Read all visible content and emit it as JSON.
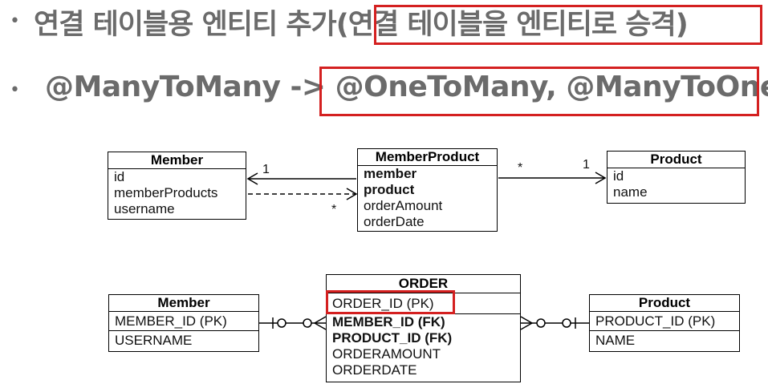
{
  "bullets": [
    {
      "prefix": "연결 테이블용 엔티티 추가",
      "highlight": "(연결 테이블을 엔티티로 승격)"
    },
    {
      "prefix": "@ManyToMany -> ",
      "highlight": "@OneToMany, @ManyToOne"
    }
  ],
  "bullet_symbol": "•",
  "colors": {
    "highlight_border": "#d42020",
    "bullet_text": "#6b6b6b"
  },
  "uml": {
    "member": {
      "title": "Member",
      "fields": [
        "id",
        "memberProducts",
        "username"
      ]
    },
    "member_product": {
      "title": "MemberProduct",
      "bold_fields": [
        "member",
        "product"
      ],
      "fields": [
        "orderAmount",
        "orderDate"
      ]
    },
    "product": {
      "title": "Product",
      "fields": [
        "id",
        "name"
      ]
    },
    "labels": {
      "mp_member_one": "1",
      "mp_member_many": "*",
      "mp_product_many": "*",
      "mp_product_one": "1"
    }
  },
  "erd": {
    "member": {
      "title": "Member",
      "pk": "MEMBER_ID (PK)",
      "fields": [
        "USERNAME"
      ]
    },
    "order": {
      "title": "ORDER",
      "pk": "ORDER_ID (PK)",
      "fk_fields": [
        "MEMBER_ID (FK)",
        "PRODUCT_ID (FK)"
      ],
      "fields": [
        "ORDERAMOUNT",
        "ORDERDATE"
      ]
    },
    "product": {
      "title": "Product",
      "pk": "PRODUCT_ID (PK)",
      "fields": [
        "NAME"
      ]
    }
  }
}
